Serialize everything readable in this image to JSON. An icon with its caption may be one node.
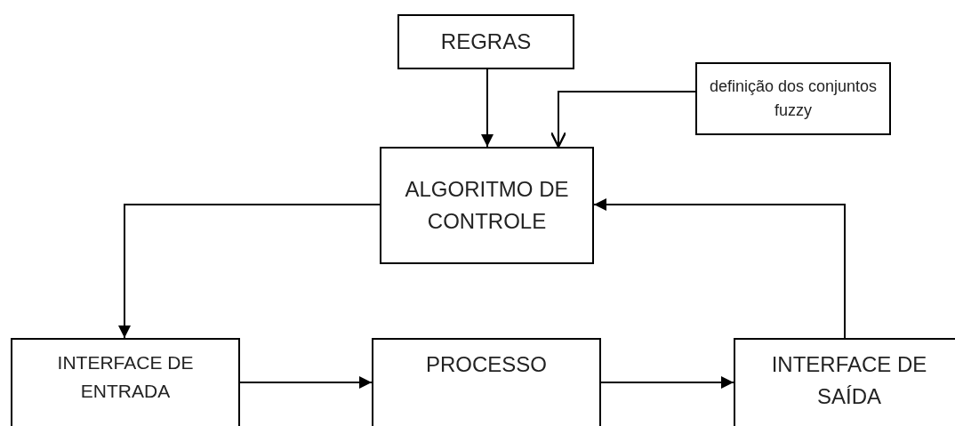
{
  "diagram": {
    "nodes": [
      {
        "text": [
          "REGRAS"
        ]
      },
      {
        "text": [
          "definição dos conjuntos fuzzy"
        ]
      },
      {
        "text": [
          "ALGORITMO DE CONTROLE"
        ]
      },
      {
        "text": [
          "INTERFACE DE ENTRADA"
        ]
      },
      {
        "text": [
          "PROCESSO"
        ]
      },
      {
        "text": [
          "INTERFACE DE SAÍDA"
        ]
      }
    ],
    "edges": [
      {
        "from": 0,
        "to": 2,
        "arrow": "to"
      },
      {
        "from": 1,
        "to": 2,
        "arrow": "to"
      },
      {
        "from": 2,
        "to": 3,
        "arrow": "to"
      },
      {
        "from": 3,
        "to": 4,
        "arrow": "to"
      },
      {
        "from": 4,
        "to": 5,
        "arrow": "to"
      },
      {
        "from": 5,
        "to": 2,
        "arrow": "to"
      }
    ]
  }
}
